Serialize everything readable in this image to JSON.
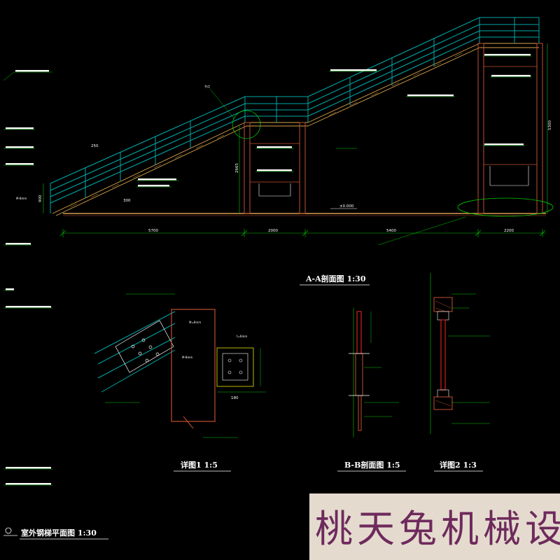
{
  "drawing": {
    "view_titles": {
      "section_aa": "A-A剖面图 1:30",
      "detail_1": "详图1 1:5",
      "section_bb": "B-B剖面图 1:5",
      "detail_2": "详图2 1:3",
      "plan": "室外钢梯平面图 1:30"
    },
    "dimensions": {
      "bottom": [
        "5700",
        "2000",
        "5400",
        "2200"
      ],
      "height_left": "900",
      "height_right": "5300",
      "mid_height": "2665",
      "step": "300",
      "top_spacing": "250",
      "detail_b": "180",
      "elev_ground": "±0.000"
    },
    "labels": {
      "node": "节点",
      "m6": "M=6mm",
      "m8": "M-8mm",
      "t6": "t=6mm"
    }
  },
  "watermark": {
    "text": "桃天兔机械设"
  },
  "colors": {
    "handrail": "#00a6a6",
    "stringer": "#d8a24a",
    "column": "#c0502e",
    "ground": "#d89a50",
    "green": "#00c800",
    "white": "#ffffff",
    "yellow": "#e6e600",
    "red": "#d02020",
    "background": "#000000"
  }
}
